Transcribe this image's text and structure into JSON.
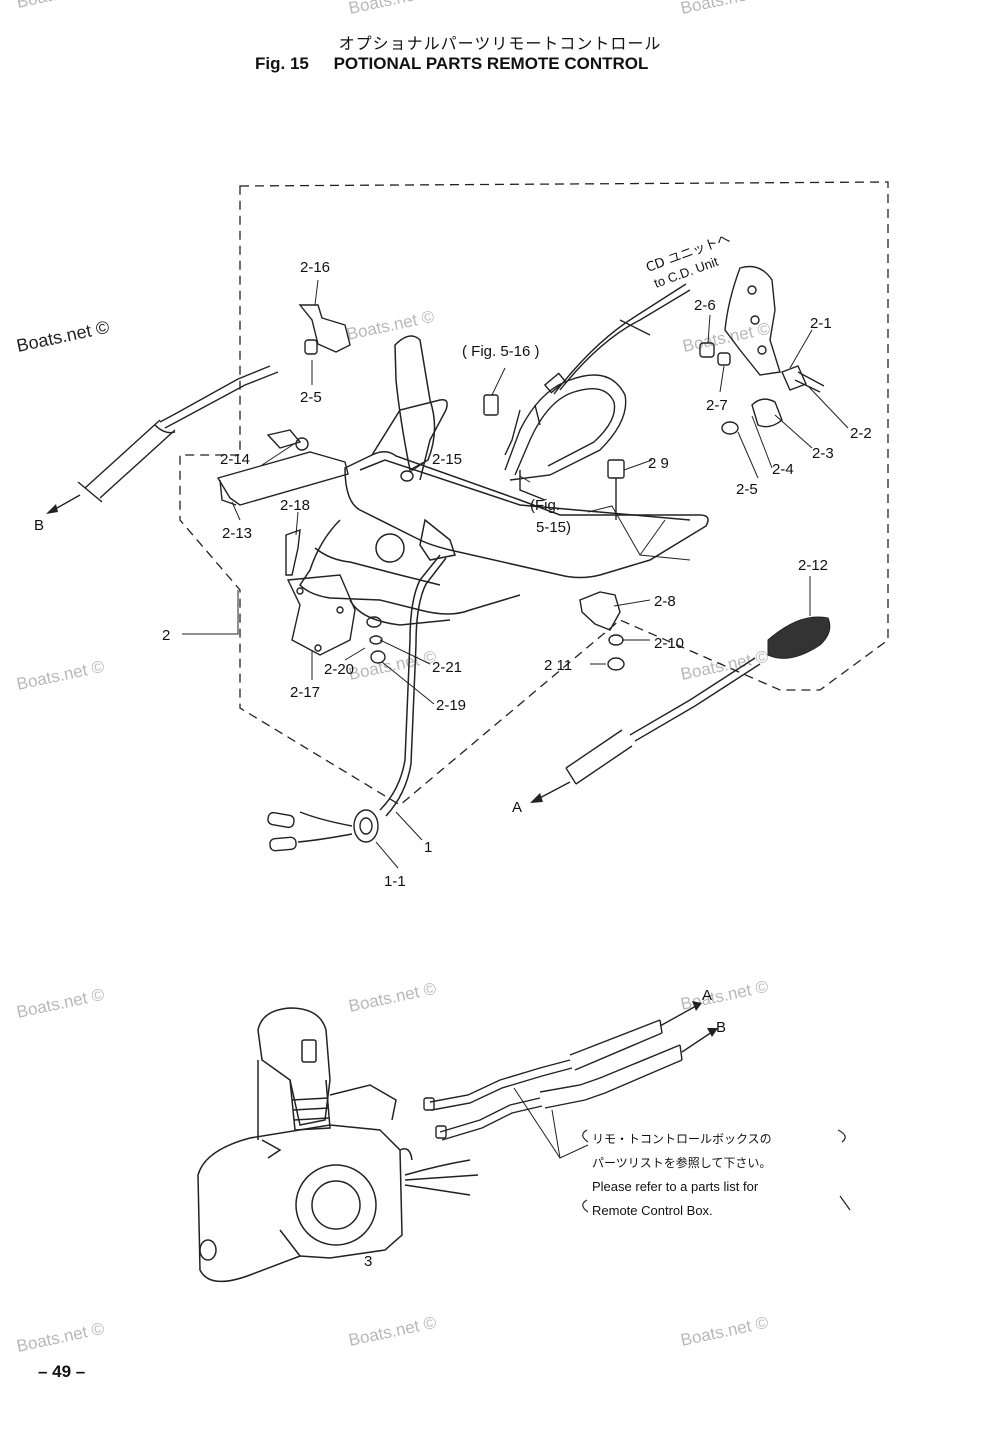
{
  "header": {
    "title_jp": "オプショナルパーツリモートコントロール",
    "fig_label": "Fig. 15",
    "title_en": "POTIONAL PARTS REMOTE CONTROL"
  },
  "watermark_text": "Boats.net ©",
  "callouts": {
    "c2_16": "2-16",
    "c2_5a": "2-5",
    "c2_14": "2-14",
    "c2_13": "2-13",
    "c2_18": "2-18",
    "c2_15": "2-15",
    "c2": "2",
    "c2_17": "2-17",
    "c2_20": "2-20",
    "c2_21": "2-21",
    "c2_19": "2-19",
    "fig5_16": "( Fig. 5-16 )",
    "fig5_15a": "(Fig.",
    "fig5_15b": "5-15)",
    "cd_jp": "CD ユニットへ",
    "cd_en": "to C.D. Unit",
    "c2_6": "2-6",
    "c2_1": "2-1",
    "c2_7": "2-7",
    "c2_2": "2-2",
    "c2_3": "2-3",
    "c2_4": "2-4",
    "c2_5b": "2-5",
    "c2_9": "2 9",
    "c2_12": "2-12",
    "c2_8": "2-8",
    "c2_10": "2-10",
    "c2_11": "2 11",
    "c1": "1",
    "c1_1": "1-1",
    "cA1": "A",
    "cB1": "B",
    "cA2": "A",
    "cB2": "B",
    "c3": "3"
  },
  "note": {
    "jp_line1": "リモ・トコントロールボックスの",
    "jp_line2": "パーツリストを参照して下さい。",
    "en_line1": "Please refer to a parts list for",
    "en_line2": "Remote Control Box."
  },
  "footer": {
    "page": "– 49 –"
  }
}
